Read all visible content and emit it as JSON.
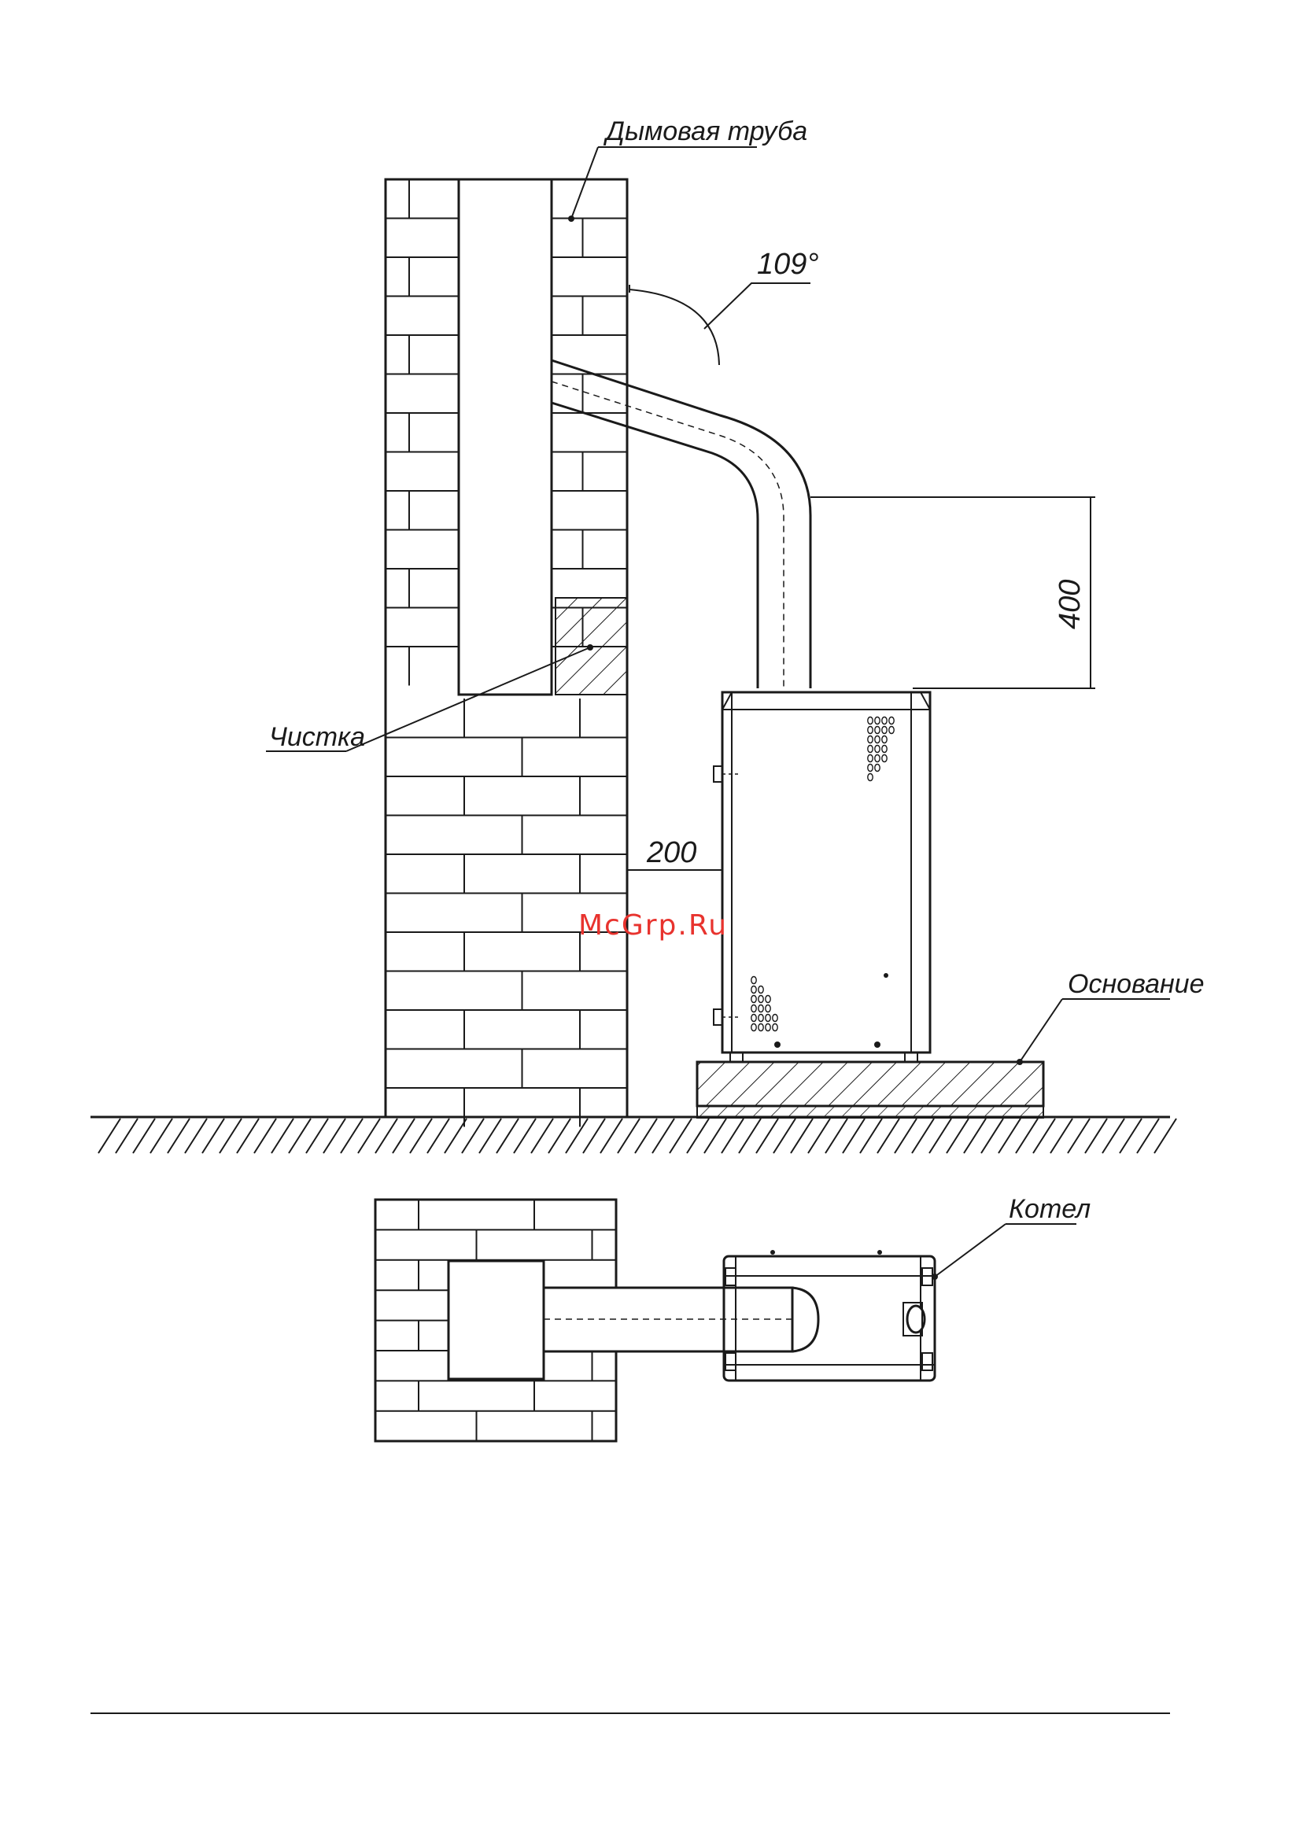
{
  "labels": {
    "chimney": "Дымовая труба",
    "angle": "109°",
    "height_dim": "400",
    "cleaning": "Чистка",
    "gap_dim": "200",
    "base": "Основание",
    "boiler": "Котел"
  },
  "watermark": "McGrp.Ru",
  "colors": {
    "line": "#1a1a1a",
    "watermark": "#e8332e",
    "background": "#ffffff"
  }
}
